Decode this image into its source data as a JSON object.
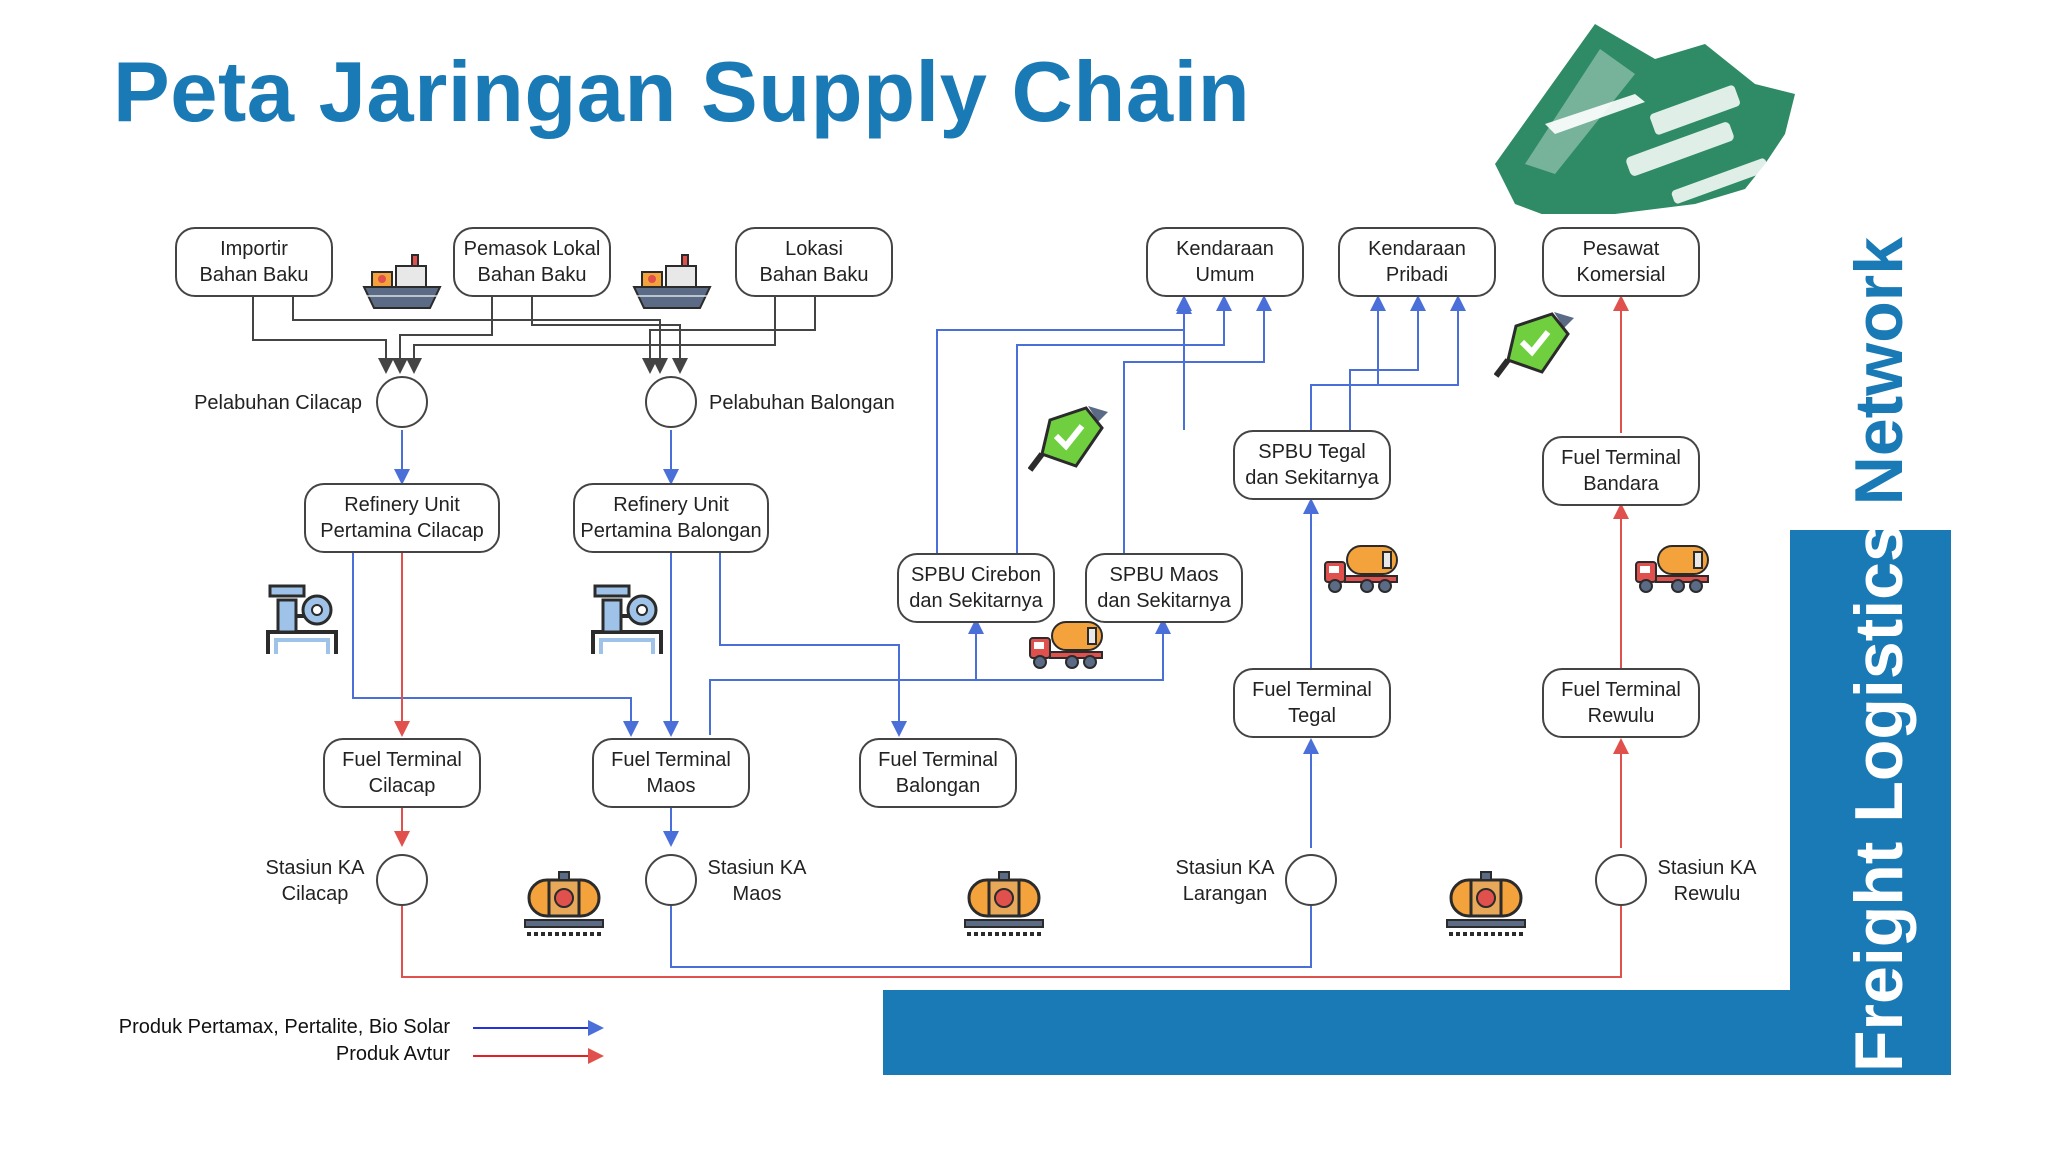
{
  "title": "Peta Jaringan Supply Chain",
  "brand_text": {
    "word1": "Freight Logistics",
    "word2": "Network"
  },
  "colors": {
    "accent_blue": "#1a7ab5",
    "flow_blue": "#4a6fd8",
    "flow_red": "#e0514d",
    "logo_green": "#2e8b66"
  },
  "boxes": {
    "importir": "Importir\nBahan Baku",
    "pemasok": "Pemasok Lokal\nBahan Baku",
    "lokasi": "Lokasi\nBahan Baku",
    "kendaraan_umum": "Kendaraan\nUmum",
    "kendaraan_pribadi": "Kendaraan\nPribadi",
    "pesawat": "Pesawat\nKomersial",
    "refinery_cilacap": "Refinery Unit\nPertamina Cilacap",
    "refinery_balongan": "Refinery Unit\nPertamina Balongan",
    "spbu_tegal": "SPBU Tegal\ndan Sekitarnya",
    "spbu_cirebon": "SPBU Cirebon\ndan Sekitarnya",
    "spbu_maos": "SPBU Maos\ndan Sekitarnya",
    "ft_bandara": "Fuel Terminal\nBandara",
    "ft_tegal": "Fuel Terminal\nTegal",
    "ft_rewulu": "Fuel Terminal\nRewulu",
    "ft_cilacap": "Fuel Terminal\nCilacap",
    "ft_maos": "Fuel Terminal\nMaos",
    "ft_balongan": "Fuel Terminal\nBalongan"
  },
  "nodes": {
    "pelabuhan_cilacap": "Pelabuhan Cilacap",
    "pelabuhan_balongan": "Pelabuhan Balongan",
    "stasiun_cilacap": "Stasiun KA\nCilacap",
    "stasiun_maos": "Stasiun KA\nMaos",
    "stasiun_larangan": "Stasiun KA\nLarangan",
    "stasiun_rewulu": "Stasiun KA\nRewulu"
  },
  "icons": {
    "ship": "cargo-ship-icon",
    "refinery": "refinery-pump-icon",
    "fuel_pump": "fuel-nozzle-icon",
    "tank_truck": "tank-truck-icon",
    "rail_tank": "rail-tank-car-icon",
    "logo": "transport-logo-icon"
  },
  "legend": {
    "blue_label": "Produk Pertamax, Pertalite, Bio Solar",
    "red_label": "Produk Avtur"
  }
}
